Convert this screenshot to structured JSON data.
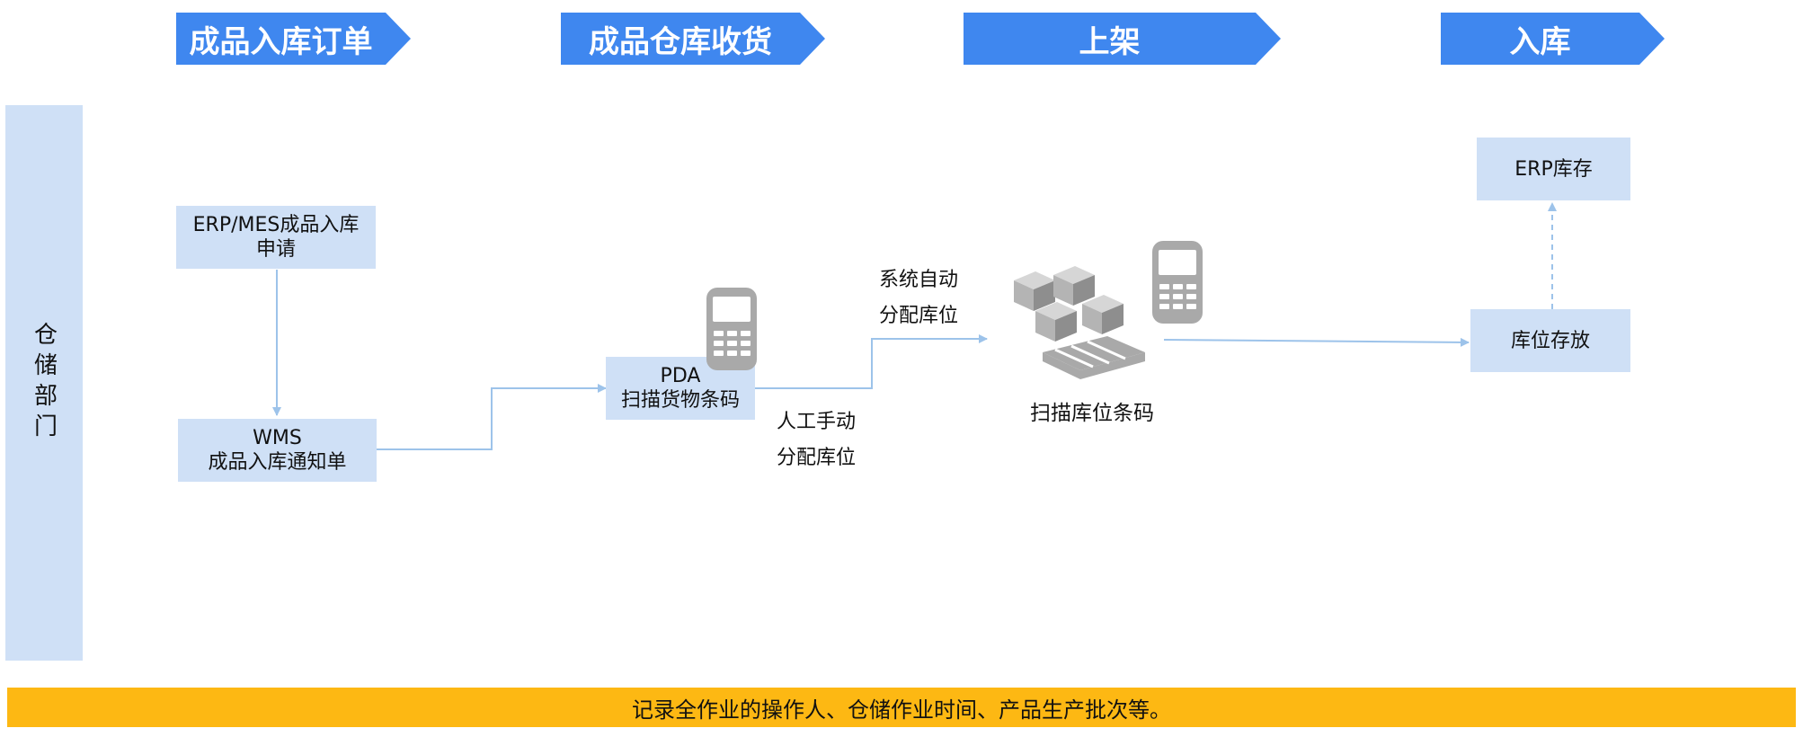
{
  "phases": [
    "成品入库订单",
    "成品仓库收货",
    "上架",
    "入库"
  ],
  "lane": {
    "label": "仓储部门"
  },
  "nodes": {
    "erp_mes_request": {
      "line1": "ERP/MES成品入库",
      "line2": "申请"
    },
    "wms_notice": {
      "line1": "WMS",
      "line2": "成品入库通知单"
    },
    "pda_scan": {
      "line1": "PDA",
      "line2": "扫描货物条码"
    },
    "scan_location": {
      "label": "扫描库位条码"
    },
    "location_storage": {
      "label": "库位存放"
    },
    "erp_inventory": {
      "label": "ERP库存"
    }
  },
  "branch_labels": {
    "auto": {
      "line1": "系统自动",
      "line2": "分配库位"
    },
    "manual": {
      "line1": "人工手动",
      "line2": "分配库位"
    }
  },
  "footer": {
    "text": "记录全作业的操作人、仓储作业时间、产品生产批次等。"
  },
  "colors": {
    "phase": "#3f87ef",
    "node": "#cfe0f6",
    "connector": "#9dc3ea",
    "footer": "#fdb813",
    "icon": "#a9a9a9"
  },
  "icons": [
    "handheld-scanner-icon",
    "boxes-on-pallet-icon"
  ]
}
